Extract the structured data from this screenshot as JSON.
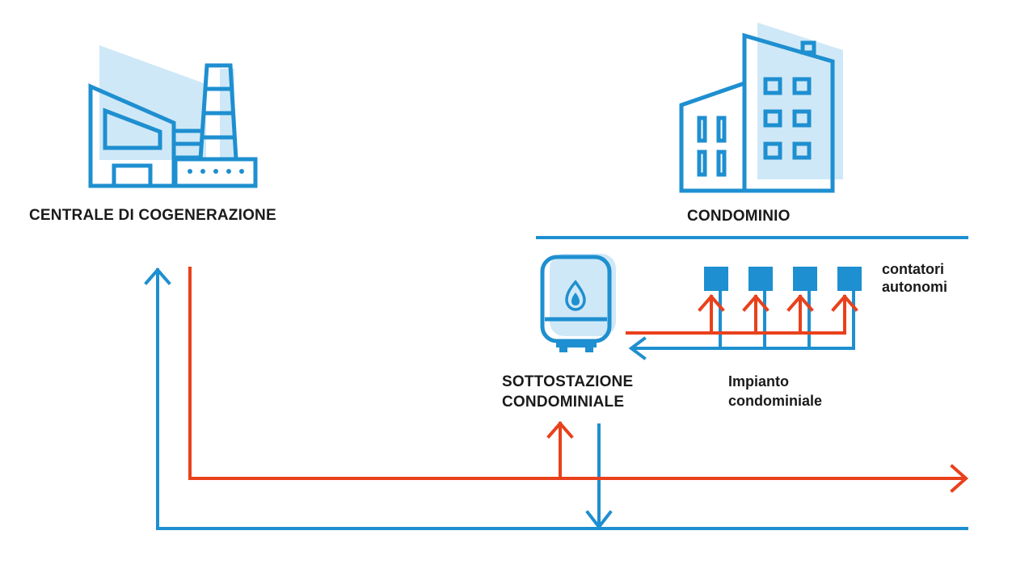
{
  "labels": {
    "plant": "CENTRALE DI COGENERAZIONE",
    "condo": "CONDOMINIO",
    "substation_line1": "SOTTOSTAZIONE",
    "substation_line2": "CONDOMINIALE",
    "meters_line1": "contatori",
    "meters_line2": "autonomi",
    "system_line1": "Impianto",
    "system_line2": "condominiale"
  },
  "colors": {
    "supply": "#e8411c",
    "return": "#1e8fd0",
    "icon_stroke": "#1e8fd0",
    "icon_fill": "#cfe8f7",
    "meter_fill": "#1e8fd0",
    "text": "#1a1a1a"
  },
  "icons": {
    "plant": "factory-icon",
    "condo": "apartment-building-icon",
    "substation": "boiler-flame-icon",
    "meter": "meter-square-icon"
  },
  "meters_count": 4
}
